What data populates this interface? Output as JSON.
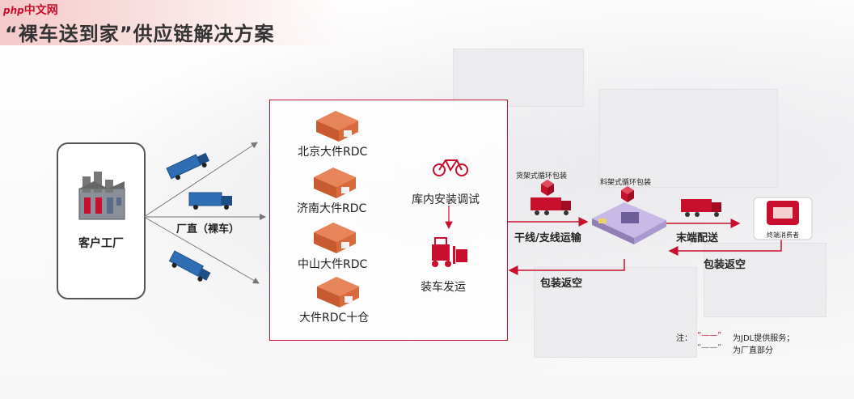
{
  "logo": {
    "php": "php",
    "text": "中文网"
  },
  "title": "“裸车送到家”供应链解决方案",
  "factory": {
    "label": "客户工厂"
  },
  "direct_label": "厂直（裸车）",
  "rdcs": [
    "北京大件RDC",
    "济南大件RDC",
    "中山大件RDC",
    "大件RDC十仓"
  ],
  "process": {
    "install": "库内安装调试",
    "load": "装车发运"
  },
  "labels": {
    "shelf_packaging": "货架式循环包装",
    "material_packaging": "料架式循环包装",
    "trunk": "干线/支线运输",
    "last_mile": "末端配送",
    "return_1": "包装返空",
    "return_2": "包装返空",
    "consumer": "终端消费者"
  },
  "notes": {
    "prefix": "注：",
    "line1_mark": "“——”",
    "line1_text": "为JDL提供服务；",
    "line2_mark": "“——”",
    "line2_text": "为厂直部分"
  },
  "colors": {
    "accent": "#c8102e",
    "gray": "#777777"
  }
}
